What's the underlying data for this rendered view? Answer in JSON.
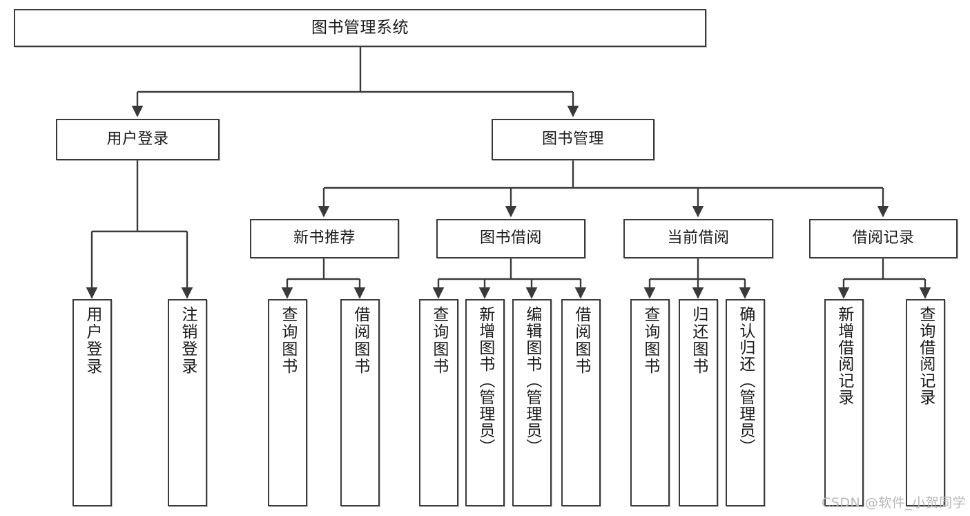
{
  "diagram": {
    "title": "图书管理系统",
    "type": "tree-hierarchy-diagram",
    "root": {
      "id": "root",
      "label": "图书管理系统"
    },
    "level2": [
      {
        "id": "user-login",
        "label": "用户登录"
      },
      {
        "id": "book-management",
        "label": "图书管理"
      }
    ],
    "level3": [
      {
        "id": "new-book-recommend",
        "label": "新书推荐"
      },
      {
        "id": "book-borrow",
        "label": "图书借阅"
      },
      {
        "id": "current-borrow",
        "label": "当前借阅"
      },
      {
        "id": "borrow-record",
        "label": "借阅记录"
      }
    ],
    "leaves": [
      {
        "id": "leaf-user-login",
        "label": "用户登录",
        "parent": "用户登录"
      },
      {
        "id": "leaf-user-logout",
        "label": "注销登录",
        "parent": "用户登录"
      },
      {
        "id": "leaf-query-book-1",
        "label": "查询图书",
        "parent": "新书推荐"
      },
      {
        "id": "leaf-borrow-book-1",
        "label": "借阅图书",
        "parent": "新书推荐"
      },
      {
        "id": "leaf-query-book-2",
        "label": "查询图书",
        "parent": "图书借阅"
      },
      {
        "id": "leaf-add-book",
        "label": "新增图书（管理员）",
        "parent": "图书借阅"
      },
      {
        "id": "leaf-edit-book",
        "label": "编辑图书（管理员）",
        "parent": "图书借阅"
      },
      {
        "id": "leaf-borrow-book-2",
        "label": "借阅图书",
        "parent": "图书借阅"
      },
      {
        "id": "leaf-query-book-3",
        "label": "查询图书",
        "parent": "当前借阅"
      },
      {
        "id": "leaf-return-book",
        "label": "归还图书",
        "parent": "当前借阅"
      },
      {
        "id": "leaf-confirm-return",
        "label": "确认归还（管理员）",
        "parent": "当前借阅"
      },
      {
        "id": "leaf-add-borrow-record",
        "label": "新增借阅记录",
        "parent": "借阅记录"
      },
      {
        "id": "leaf-query-borrow-record",
        "label": "查询借阅记录",
        "parent": "借阅记录"
      }
    ],
    "watermark": "CSDN @软件_小贺同学",
    "colors": {
      "border": "#3a3a3a",
      "background": "#ffffff",
      "text": "#1b1b1b",
      "watermark": "#b9b9b9"
    }
  }
}
